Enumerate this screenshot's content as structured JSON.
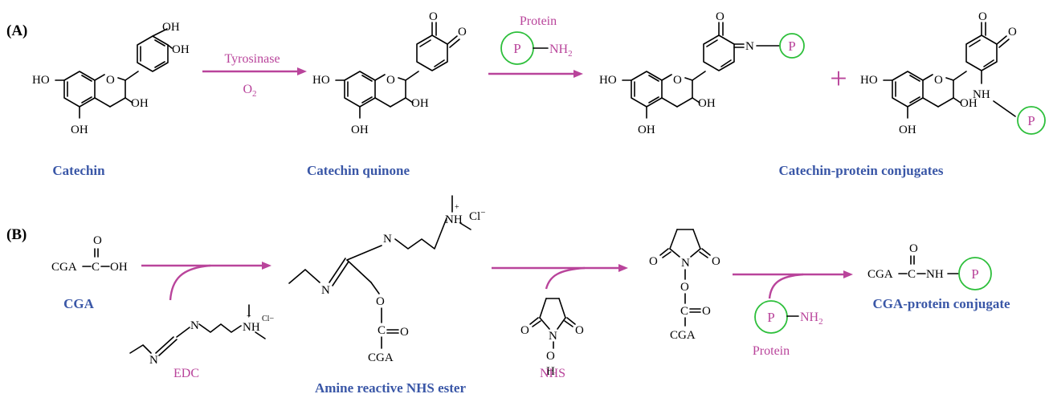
{
  "panels": {
    "a": "(A)",
    "b": "(B)"
  },
  "captions": {
    "catechin": "Catechin",
    "quinone": "Catechin quinone",
    "conjugates": "Catechin-protein conjugates",
    "cga": "CGA",
    "nhs_ester": "Amine reactive NHS ester",
    "cga_conjugate": "CGA-protein conjugate"
  },
  "reagents": {
    "tyrosinase": "Tyrosinase",
    "o2": "O",
    "o2_sub": "2",
    "protein": "Protein",
    "edc": "EDC",
    "nhs": "NHS"
  },
  "atoms": {
    "oh": "OH",
    "ho": "HO",
    "o": "O",
    "n": "N",
    "nh": "NH",
    "nh2": "NH",
    "nh2_sub": "2",
    "c": "C",
    "cga": "CGA",
    "p": "P",
    "cl": "Cl",
    "plus_sign": "+",
    "minus_sign": "−"
  },
  "colors": {
    "caption": "#3a57a7",
    "reagent": "#b9449b",
    "protein_circle": "#2dbf3b"
  }
}
